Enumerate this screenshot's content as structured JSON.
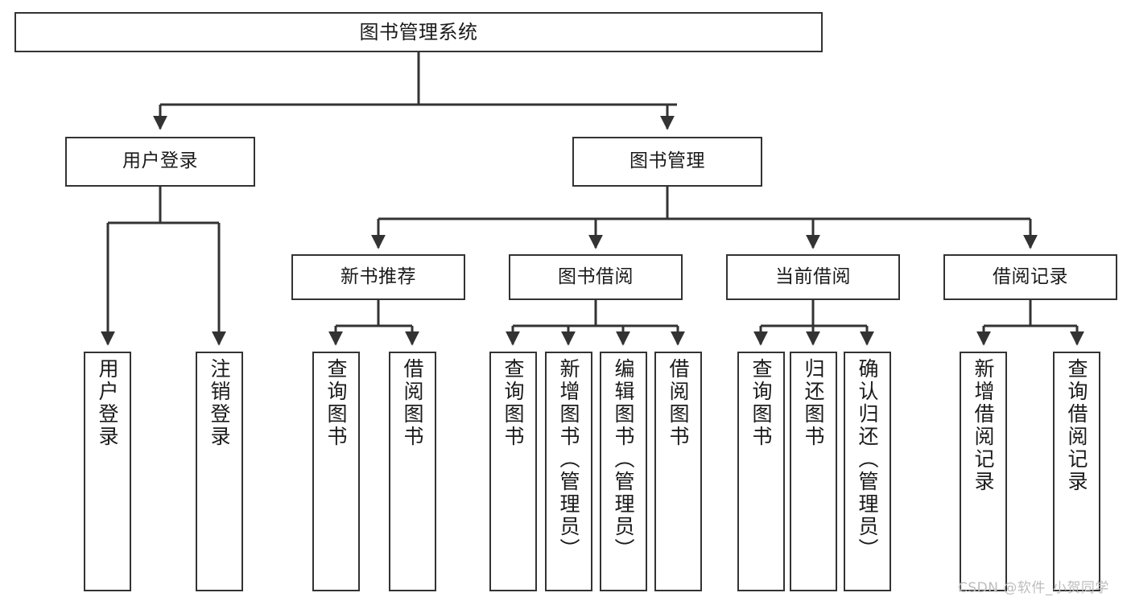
{
  "diagram": {
    "type": "tree-hierarchy",
    "title": "图书管理系统",
    "watermark": "CSDN @软件_小贺同学",
    "colors": {
      "node_border": "#333333",
      "node_fill": "#ffffff",
      "edge": "#333333",
      "text": "#1a1a1a",
      "watermark": "#bdbdbd",
      "background": "#ffffff"
    },
    "nodes": {
      "root": {
        "id": "root",
        "label": "图书管理系统",
        "orientation": "horizontal"
      },
      "level1": [
        {
          "id": "user-login",
          "label": "用户登录",
          "orientation": "horizontal"
        },
        {
          "id": "book-manage",
          "label": "图书管理",
          "orientation": "horizontal"
        }
      ],
      "level2": [
        {
          "id": "new-book-recommend",
          "label": "新书推荐",
          "orientation": "horizontal"
        },
        {
          "id": "book-borrow",
          "label": "图书借阅",
          "orientation": "horizontal"
        },
        {
          "id": "current-borrow",
          "label": "当前借阅",
          "orientation": "horizontal"
        },
        {
          "id": "borrow-record",
          "label": "借阅记录",
          "orientation": "horizontal"
        }
      ],
      "leaves": {
        "user_login": [
          {
            "id": "leaf-user-login",
            "label": "用户登录",
            "orientation": "vertical"
          },
          {
            "id": "leaf-logout",
            "label": "注销登录",
            "orientation": "vertical"
          }
        ],
        "new_book_recommend": [
          {
            "id": "leaf-query-book-1",
            "label": "查询图书",
            "orientation": "vertical"
          },
          {
            "id": "leaf-borrow-book-1",
            "label": "借阅图书",
            "orientation": "vertical"
          }
        ],
        "book_borrow": [
          {
            "id": "leaf-query-book-2",
            "label": "查询图书",
            "orientation": "vertical"
          },
          {
            "id": "leaf-add-book-admin",
            "label": "新增图书（管理员）",
            "orientation": "vertical"
          },
          {
            "id": "leaf-edit-book-admin",
            "label": "编辑图书（管理员）",
            "orientation": "vertical"
          },
          {
            "id": "leaf-borrow-book-2",
            "label": "借阅图书",
            "orientation": "vertical"
          }
        ],
        "current_borrow": [
          {
            "id": "leaf-query-book-3",
            "label": "查询图书",
            "orientation": "vertical"
          },
          {
            "id": "leaf-return-book",
            "label": "归还图书",
            "orientation": "vertical"
          },
          {
            "id": "leaf-confirm-return-admin",
            "label": "确认归还（管理员）",
            "orientation": "vertical"
          }
        ],
        "borrow_record": [
          {
            "id": "leaf-add-borrow-record",
            "label": "新增借阅记录",
            "orientation": "vertical"
          },
          {
            "id": "leaf-query-borrow-record",
            "label": "查询借阅记录",
            "orientation": "vertical"
          }
        ]
      }
    }
  }
}
